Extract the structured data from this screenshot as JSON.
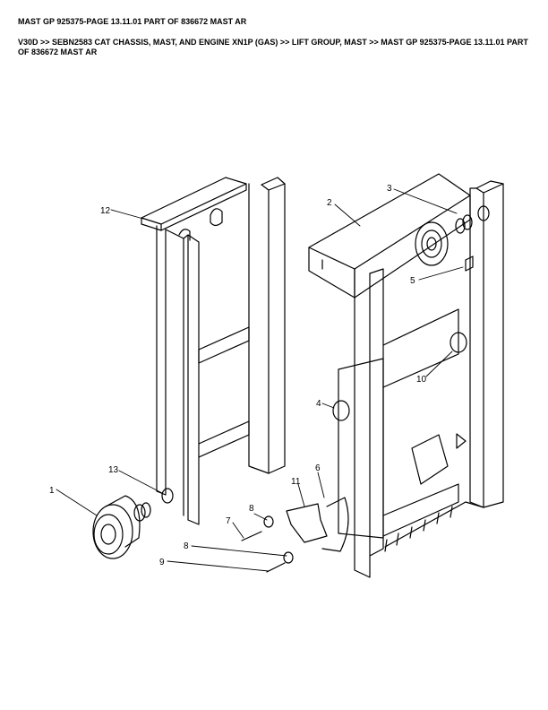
{
  "page": {
    "title": "MAST GP 925375-PAGE 13.11.01 PART OF 836672 MAST AR",
    "breadcrumb": "V30D >> SEBN2583 CAT CHASSIS, MAST, AND ENGINE XN1P (GAS) >> LIFT GROUP, MAST >> MAST GP 925375-PAGE 13.11.01 PART OF 836672 MAST AR"
  },
  "callouts": [
    "1",
    "2",
    "3",
    "4",
    "5",
    "6",
    "7",
    "8",
    "8",
    "9",
    "10",
    "11",
    "12",
    "13"
  ]
}
